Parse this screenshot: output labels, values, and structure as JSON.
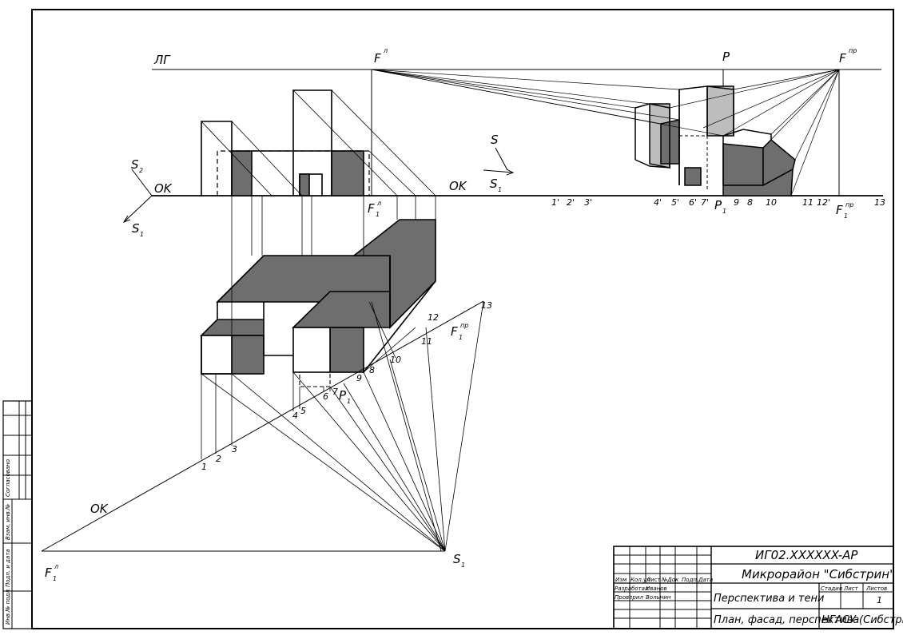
{
  "colors": {
    "ink": "#000000",
    "shade": "#6e6e6e",
    "light_shade": "#bdbdbd",
    "paper": "#ffffff"
  },
  "labels": {
    "lg": "ЛГ",
    "fl": "F",
    "fl_sup": "л",
    "p": "P",
    "fpr": "F",
    "fpr_sup": "пр",
    "s": "S",
    "s1": "S",
    "s1_sub": "1",
    "s2_sub": "2",
    "ok": "OK",
    "f1_sub": "1",
    "p1": "P",
    "p1_sub": "1"
  },
  "plan_points": [
    "1",
    "2",
    "3",
    "4",
    "5",
    "6",
    "7",
    "8",
    "9",
    "10",
    "11",
    "12",
    "13"
  ],
  "picture_points": [
    "1'",
    "2'",
    "3'",
    "4'",
    "5'",
    "6'",
    "7'",
    "8",
    "9",
    "10",
    "11",
    "12'",
    "13"
  ],
  "title_block": {
    "code": "ИГ02.XXXXXX-АР",
    "project": "Микрорайон \"Сибстрин\"",
    "sheet_title": "Перспектива и тени",
    "sheet_content": "План, фасад, перспектива",
    "org": "НГАСУ (Сибстрин)",
    "header_cols": [
      "Изм",
      "Кол.уч",
      "Лист",
      "№Док",
      "Подп.",
      "Дата"
    ],
    "roles": [
      {
        "role": "Разработал",
        "name": "Иванов"
      },
      {
        "role": "Проверил",
        "name": "Вольнин"
      }
    ],
    "stage_header": "Стадия",
    "sheet_header": "Лист",
    "sheets_header": "Листов",
    "sheets_value": "1"
  },
  "side_stamp": [
    "Инв.№ подл.",
    "Подп. и дата",
    "Взам. инв.№",
    "Согласовано"
  ]
}
